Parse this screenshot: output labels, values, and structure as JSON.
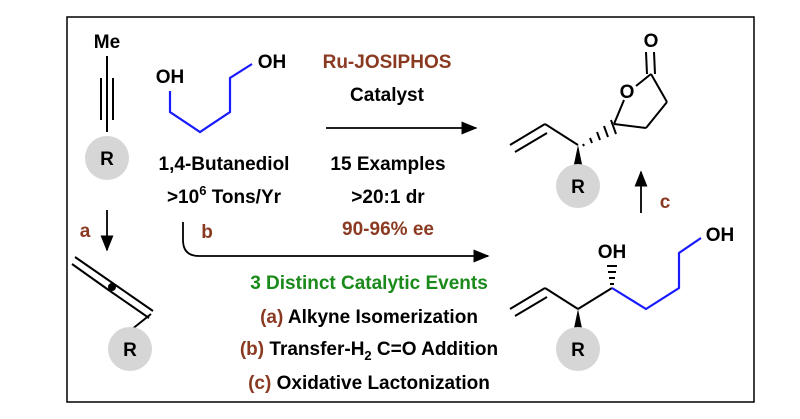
{
  "colors": {
    "black": "#000000",
    "blue": "#1a1aff",
    "brown": "#8b3a22",
    "green": "#1a8a1a",
    "gray": "#d6d6d6"
  },
  "alkyne": {
    "methyl": "Me",
    "r_group": "R"
  },
  "diol": {
    "oh_left": "OH",
    "oh_right": "OH",
    "name": "1,4-Butanediol",
    "volume_prefix": ">10",
    "volume_exp": "6",
    "volume_suffix": " Tons/Yr"
  },
  "top_arrow": {
    "catalyst_name": "Ru-JOSIPHOS",
    "catalyst_word": "Catalyst"
  },
  "stats": {
    "examples": "15 Examples",
    "dr": ">20:1 dr",
    "ee": "90-96% ee"
  },
  "step_labels": {
    "a": "a",
    "b": "b",
    "c": "c"
  },
  "allene": {
    "r_group": "R"
  },
  "lactone": {
    "carbonyl_o": "O",
    "ring_o": "O",
    "r_group": "R"
  },
  "diol_product": {
    "oh_secondary": "OH",
    "oh_primary": "OH",
    "r_group": "R"
  },
  "events": {
    "title": "3 Distinct Catalytic Events",
    "a_tag": "(a)",
    "a_text": " Alkyne Isomerization",
    "b_tag": "(b)",
    "b_text_pre": " Transfer-H",
    "b_sub": "2",
    "b_text_post": " C=O Addition",
    "c_tag": "(c)",
    "c_text": " Oxidative Lactonization"
  }
}
